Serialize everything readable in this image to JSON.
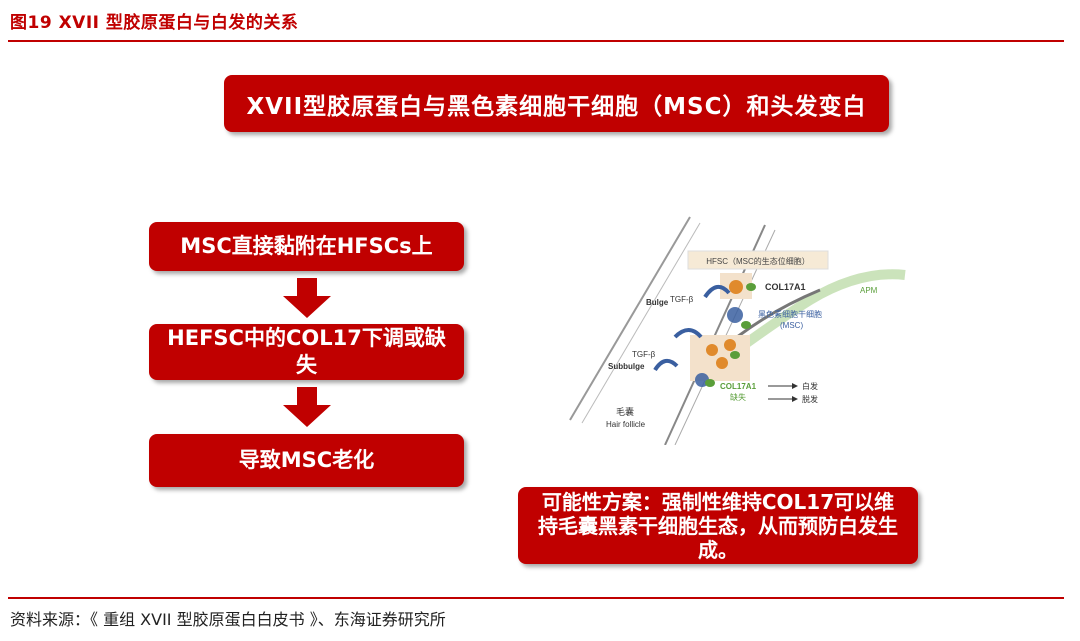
{
  "figure": {
    "title": "图19  XVII 型胶原蛋白与白发的关系"
  },
  "headline": "XVII型胶原蛋白与黑色素细胞干细胞（MSC）和头发变白",
  "steps": [
    {
      "text": "MSC直接黏附在HFSCs上"
    },
    {
      "text": "HEFSC中的COL17下调或缺失"
    },
    {
      "text": "导致MSC老化"
    }
  ],
  "diagram": {
    "niche_label": "HFSC（MSC的生态位细胞）",
    "col17a1": "COL17A1",
    "apm": "APM",
    "bulge": "Bulge",
    "tgf1": "TGF-β",
    "tgf2": "TGF-β",
    "subbulge": "Subbulge",
    "msc_label": "黑色素细胞干细胞",
    "msc_abbr": "(MSC)",
    "col_loss_1": "COL17A1",
    "col_loss_2": "缺失",
    "out_white": "白发",
    "out_loss": "脱发",
    "follicle_cn": "毛囊",
    "follicle_en": "Hair follicle"
  },
  "proposal": "可能性方案：强制性维持COL17可以维持毛囊黑素干细胞生态，从而预防白发生成。",
  "source": "资料来源：《 重组 XVII 型胶原蛋白白皮书 》、东海证券研究所",
  "colors": {
    "brand_red": "#c00000",
    "green": "#5a9e3a",
    "blue": "#3a5fa0",
    "orange": "#e08a2c"
  }
}
